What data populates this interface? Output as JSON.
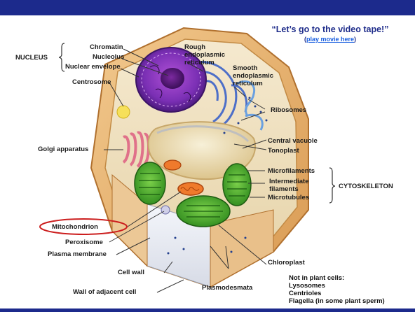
{
  "slide": {
    "title_quote": "“Let’s go to the video tape!”",
    "play_prefix": "(",
    "play_link": "play movie here",
    "play_suffix": ")",
    "colors": {
      "title_bar": "#1c2a8c",
      "link": "#1a5fe0",
      "highlight_ring": "#cc1f1f"
    }
  },
  "labels": {
    "nucleus": "NUCLEUS",
    "chromatin": "Chromatin",
    "nucleolus": "Nucleolus",
    "nuclear_envelope": "Nuclear envelope",
    "centrosome": "Centrosome",
    "rough_er": "Rough\nendoplasmic\nreticulum",
    "smooth_er": "Smooth\nendoplasmic\nreticulum",
    "ribosomes": "Ribosomes",
    "golgi": "Golgi apparatus",
    "central_vacuole": "Central vacuole",
    "tonoplast": "Tonoplast",
    "microfilaments": "Microfilaments",
    "intermediate_filaments": "Intermediate\nfilaments",
    "microtubules": "Microtubules",
    "cytoskeleton": "CYTOSKELETON",
    "mitochondrion": "Mitochondrion",
    "peroxisome": "Peroxisome",
    "plasma_membrane": "Plasma membrane",
    "chloroplast": "Chloroplast",
    "cell_wall": "Cell wall",
    "wall_adjacent": "Wall of adjacent cell",
    "plasmodesmata": "Plasmodesmata"
  },
  "not_in_plant": {
    "heading": "Not in plant cells:",
    "items": [
      "Lysosomes",
      "Centrioles",
      "Flagella (in some plant sperm)"
    ]
  }
}
